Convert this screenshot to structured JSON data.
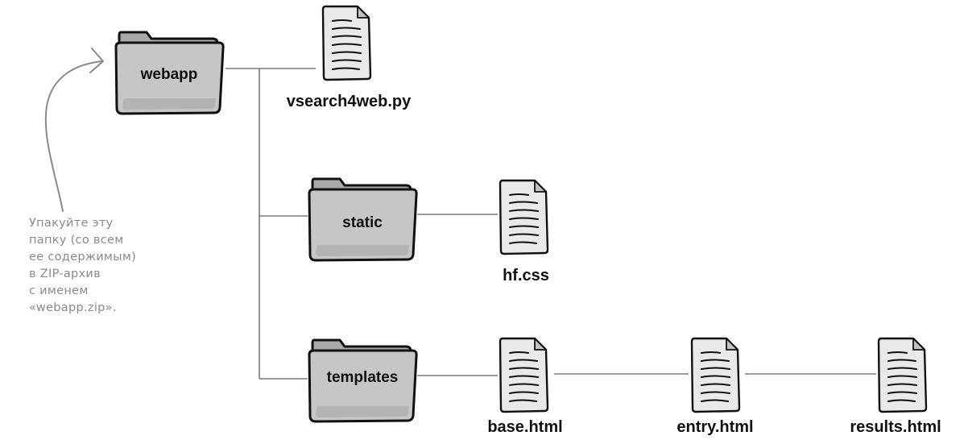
{
  "folders": {
    "webapp": {
      "label": "webapp"
    },
    "static": {
      "label": "static"
    },
    "templates": {
      "label": "templates"
    }
  },
  "files": {
    "vsearch4web": {
      "label": "vsearch4web.py"
    },
    "hf_css": {
      "label": "hf.css"
    },
    "base_html": {
      "label": "base.html"
    },
    "entry_html": {
      "label": "entry.html"
    },
    "results_html": {
      "label": "results.html"
    }
  },
  "annotation": {
    "lines": [
      "Упакуйте эту",
      "папку (со всем",
      "ее содержимым)",
      "в ZIP-архив",
      "с именем",
      "«webapp.zip»."
    ]
  },
  "colors": {
    "folder_fill": "#c6c6c6",
    "folder_back": "#a9a9a9",
    "page_fill": "#e9e9e9",
    "connector": "#7a7a7a",
    "annotation": "#8a8a8a",
    "outline": "#111111"
  }
}
